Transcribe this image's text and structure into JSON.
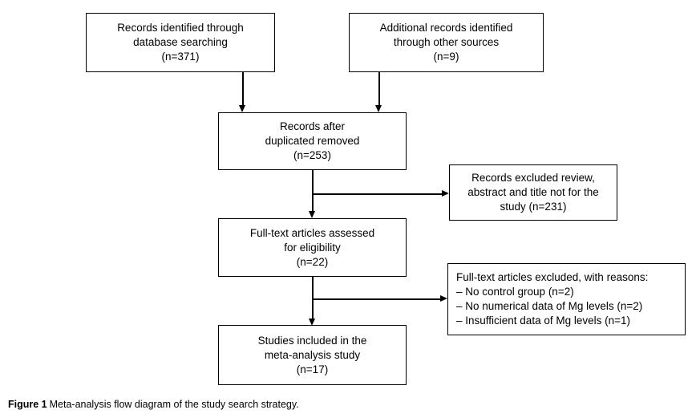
{
  "figure": {
    "caption_label": "Figure 1",
    "caption_text": "Meta-analysis flow diagram of the study search strategy."
  },
  "boxes": {
    "identified": {
      "lines": [
        "Records identified through",
        "database searching",
        "(n=371)"
      ]
    },
    "additional": {
      "lines": [
        "Additional records identified",
        "through other sources",
        "(n=9)"
      ]
    },
    "deduplicated": {
      "lines": [
        "Records after",
        "duplicated removed",
        "(n=253)"
      ]
    },
    "records_excluded": {
      "lines": [
        "Records excluded review,",
        "abstract and title not for the",
        "study (n=231)"
      ]
    },
    "fulltext_assessed": {
      "lines": [
        "Full-text articles assessed",
        "for eligibility",
        "(n=22)"
      ]
    },
    "fulltext_excluded": {
      "lines": [
        "Full-text articles excluded, with reasons:",
        "– No control group (n=2)",
        "– No numerical data of Mg levels (n=2)",
        "– Insufficient data of Mg levels (n=1)"
      ]
    },
    "included": {
      "lines": [
        "Studies included in the",
        "meta-analysis study",
        "(n=17)"
      ]
    }
  },
  "colors": {
    "border": "#000000",
    "text": "#000000",
    "background": "#ffffff"
  }
}
